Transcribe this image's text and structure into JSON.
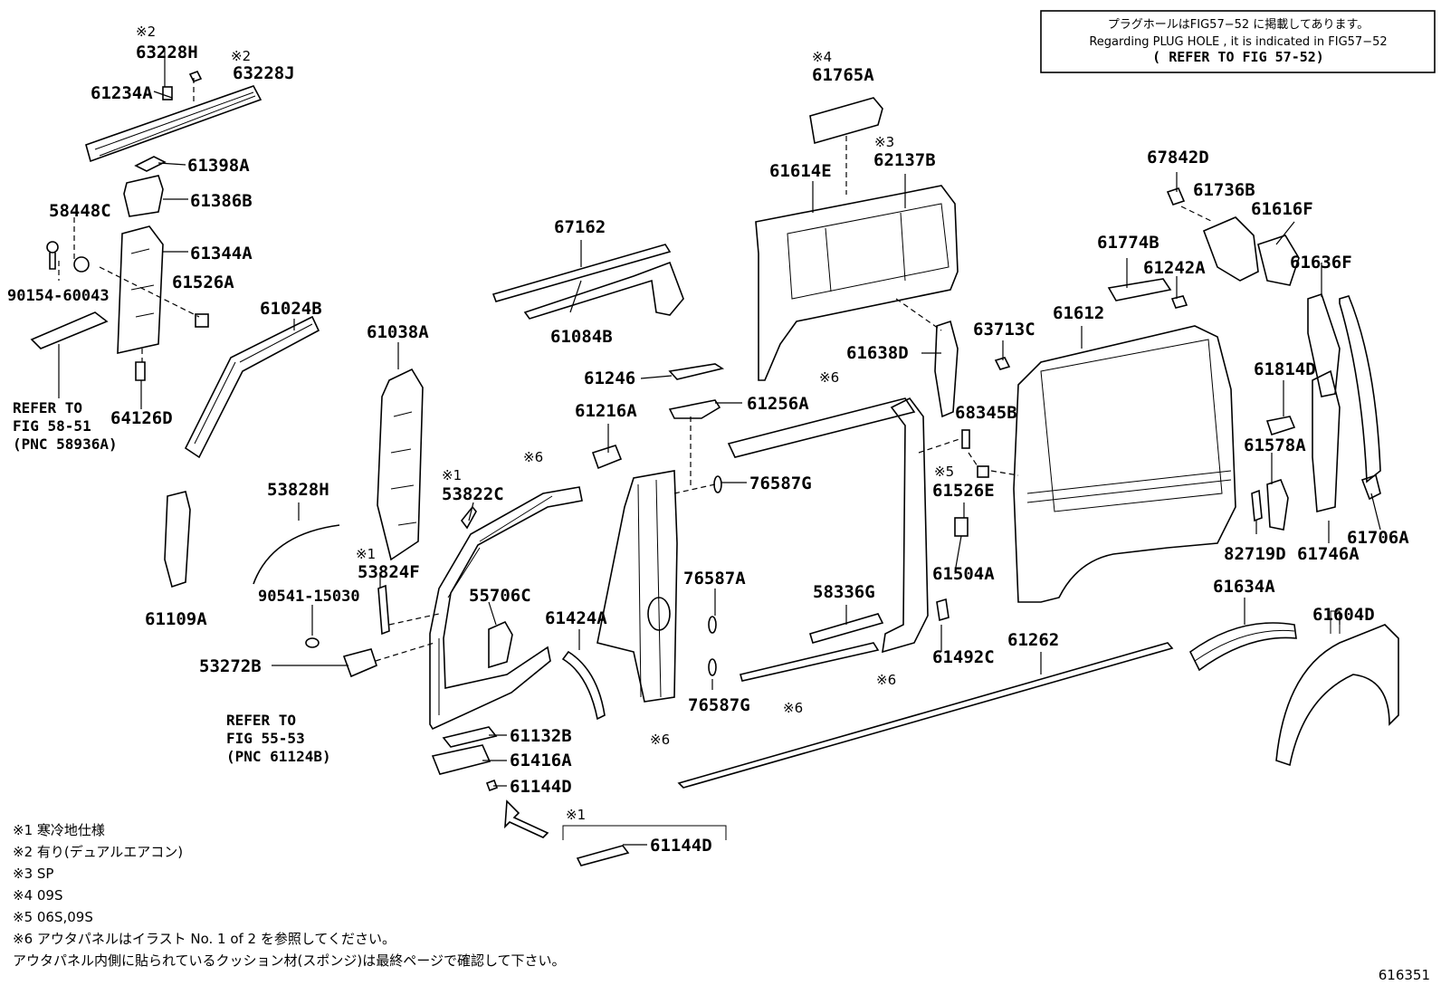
{
  "header_box": {
    "line1": "プラグホールはFIG57−52 に掲載してあります。",
    "line2": "Regarding PLUG HOLE , it is indicated in FIG57−52",
    "line3": "( REFER TO FIG 57-52)"
  },
  "parts": [
    {
      "id": "p1",
      "text": "63228H"
    },
    {
      "id": "p2",
      "text": "63228J"
    },
    {
      "id": "p3",
      "text": "61234A"
    },
    {
      "id": "p4",
      "text": "61398A"
    },
    {
      "id": "p5",
      "text": "61386B"
    },
    {
      "id": "p6",
      "text": "58448C"
    },
    {
      "id": "p7",
      "text": "61344A"
    },
    {
      "id": "p8",
      "text": "90154-60043"
    },
    {
      "id": "p9",
      "text": "61526A"
    },
    {
      "id": "p10",
      "text": "64126D"
    },
    {
      "id": "p11",
      "text": "61024B"
    },
    {
      "id": "p12",
      "text": "61038A"
    },
    {
      "id": "p13",
      "text": "61109A"
    },
    {
      "id": "p14",
      "text": "53828H"
    },
    {
      "id": "p15",
      "text": "90541-15030"
    },
    {
      "id": "p16",
      "text": "53272B"
    },
    {
      "id": "p17",
      "text": "53824F"
    },
    {
      "id": "p18",
      "text": "53822C"
    },
    {
      "id": "p19",
      "text": "55706C"
    },
    {
      "id": "p20",
      "text": "61132B"
    },
    {
      "id": "p21",
      "text": "61416A"
    },
    {
      "id": "p22",
      "text": "61144D"
    },
    {
      "id": "p23",
      "text": "61144D"
    },
    {
      "id": "p24",
      "text": "67162"
    },
    {
      "id": "p25",
      "text": "61084B"
    },
    {
      "id": "p26",
      "text": "61246"
    },
    {
      "id": "p27",
      "text": "61216A"
    },
    {
      "id": "p28",
      "text": "61256A"
    },
    {
      "id": "p29",
      "text": "76587G"
    },
    {
      "id": "p30",
      "text": "76587A"
    },
    {
      "id": "p31",
      "text": "76587G"
    },
    {
      "id": "p32",
      "text": "61424A"
    },
    {
      "id": "p33",
      "text": "61765A"
    },
    {
      "id": "p34",
      "text": "61614E"
    },
    {
      "id": "p35",
      "text": "62137B"
    },
    {
      "id": "p36",
      "text": "61638D"
    },
    {
      "id": "p37",
      "text": "63713C"
    },
    {
      "id": "p38",
      "text": "68345B"
    },
    {
      "id": "p39",
      "text": "61526E"
    },
    {
      "id": "p40",
      "text": "61504A"
    },
    {
      "id": "p41",
      "text": "58336G"
    },
    {
      "id": "p42",
      "text": "61492C"
    },
    {
      "id": "p43",
      "text": "61262"
    },
    {
      "id": "p44",
      "text": "67842D"
    },
    {
      "id": "p45",
      "text": "61736B"
    },
    {
      "id": "p46",
      "text": "61616F"
    },
    {
      "id": "p47",
      "text": "61774B"
    },
    {
      "id": "p48",
      "text": "61242A"
    },
    {
      "id": "p49",
      "text": "61636F"
    },
    {
      "id": "p50",
      "text": "61612"
    },
    {
      "id": "p51",
      "text": "61814D"
    },
    {
      "id": "p52",
      "text": "61578A"
    },
    {
      "id": "p53",
      "text": "82719D"
    },
    {
      "id": "p54",
      "text": "61746A"
    },
    {
      "id": "p55",
      "text": "61706A"
    },
    {
      "id": "p56",
      "text": "61634A"
    },
    {
      "id": "p57",
      "text": "61604D"
    }
  ],
  "markers": [
    {
      "id": "m1",
      "text": "※2"
    },
    {
      "id": "m2",
      "text": "※2"
    },
    {
      "id": "m3",
      "text": "※4"
    },
    {
      "id": "m4",
      "text": "※3"
    },
    {
      "id": "m5",
      "text": "※6"
    },
    {
      "id": "m6",
      "text": "※1"
    },
    {
      "id": "m7",
      "text": "※6"
    },
    {
      "id": "m8",
      "text": "※1"
    },
    {
      "id": "m9",
      "text": "※5"
    },
    {
      "id": "m10",
      "text": "※6"
    },
    {
      "id": "m11",
      "text": "※6"
    },
    {
      "id": "m12",
      "text": "※6"
    },
    {
      "id": "m13",
      "text": "※1"
    }
  ],
  "refs": [
    {
      "line1": "REFER TO",
      "line2": "FIG 58-51",
      "line3": "(PNC 58936A)"
    },
    {
      "line1": "REFER TO",
      "line2": "FIG 55-53",
      "line3": "(PNC 61124B)"
    }
  ],
  "notes": [
    "※1 寒冷地仕様",
    "※2 有り(デュアルエアコン)",
    "※3 SP",
    "※4 09S",
    "※5 06S,09S",
    "※6 アウタパネルはイラスト No. 1 of 2 を参照してください。",
    "アウタパネル内側に貼られているクッション材(スポンジ)は最終ページで確認して下さい。"
  ],
  "figure_number": "616351"
}
